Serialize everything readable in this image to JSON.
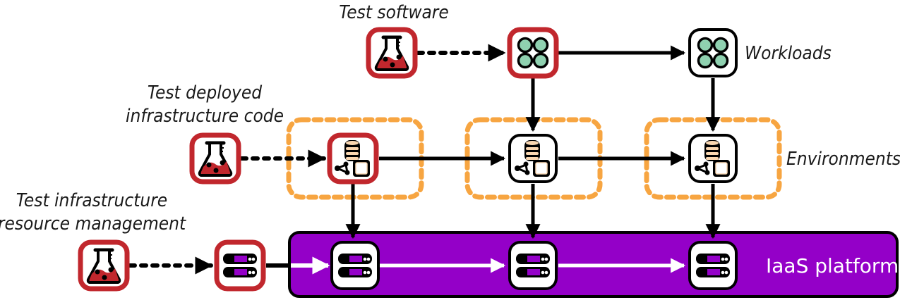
{
  "labels": {
    "test_software": "Test software",
    "test_deployed_line1": "Test deployed",
    "test_deployed_line2": "infrastructure code",
    "test_resource_line1": "Test infrastructure",
    "test_resource_line2": "resource management",
    "workloads": "Workloads",
    "environments": "Environments",
    "platform": "IaaS platform"
  },
  "colors": {
    "test_border": "#c1272d",
    "flask_liquid": "#c1272d",
    "normal_border": "#000000",
    "workload_dot": "#8fd1b0",
    "environment_dash": "#f7a541",
    "platform_fill": "#9400c8",
    "db_fill": "#f9d6b0",
    "server_slot": "#9400c8"
  },
  "rows": {
    "workloads": {
      "test_icon": "flask-icon",
      "node_icon": "workload-icon",
      "nodes": 2,
      "first_node_tested": true
    },
    "environments": {
      "test_icon": "flask-icon",
      "node_icon": "environment-icon",
      "nodes": 3,
      "first_node_tested": true
    },
    "resources": {
      "test_icon": "flask-icon",
      "node_icon": "server-icon",
      "nodes": 4,
      "first_node_tested": true
    }
  }
}
